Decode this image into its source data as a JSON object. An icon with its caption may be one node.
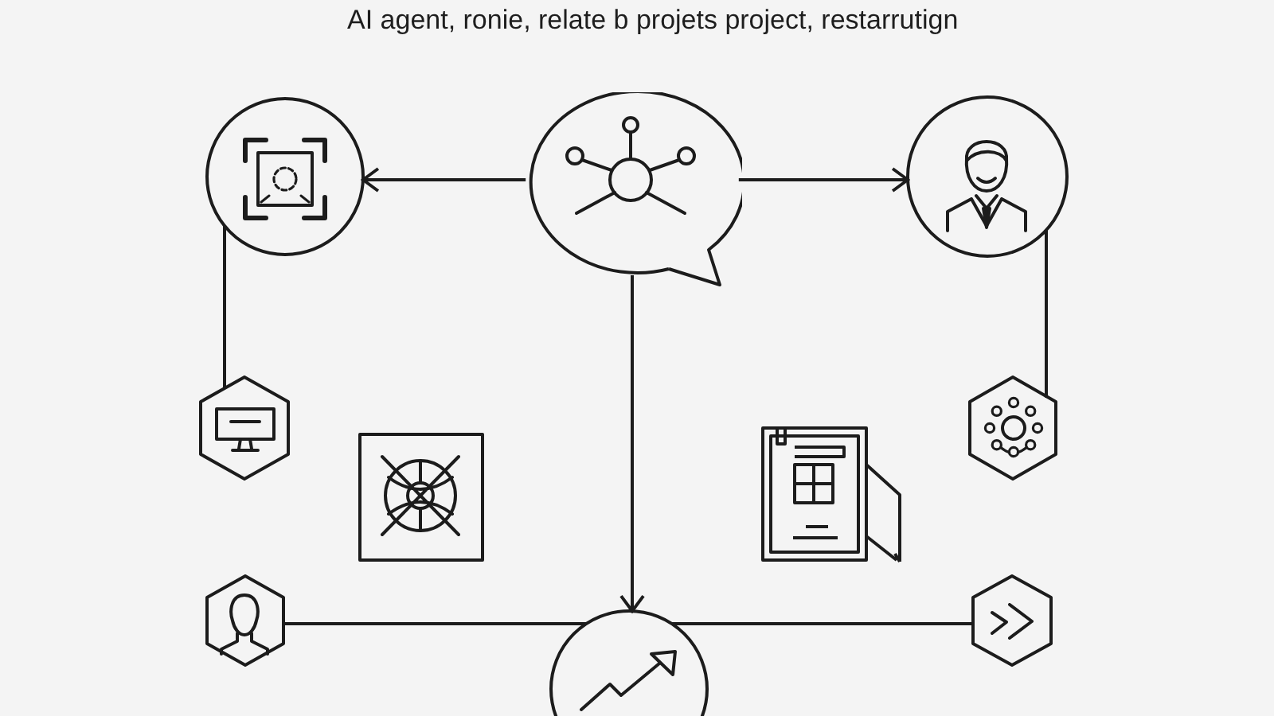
{
  "diagram": {
    "title": "AI agent, ronie, relate b projets project, restarrutign",
    "nodes": [
      {
        "text": [],
        "shape": "circle"
      },
      {
        "text": [],
        "shape": "bubble"
      },
      {
        "text": [],
        "shape": "circle"
      },
      {
        "text": [],
        "shape": "hexagon"
      },
      {
        "text": [],
        "shape": "box"
      },
      {
        "text": [],
        "shape": "document"
      },
      {
        "text": [],
        "shape": "hexagon"
      },
      {
        "text": [],
        "shape": "hexagon"
      },
      {
        "text": [],
        "shape": "circle"
      },
      {
        "text": [],
        "shape": "hexagon"
      }
    ],
    "edges": [
      {
        "from": 1,
        "to": 0,
        "arrow": "to"
      },
      {
        "from": 1,
        "to": 2,
        "arrow": "to"
      },
      {
        "from": 0,
        "to": 3,
        "arrow": "none"
      },
      {
        "from": 1,
        "to": 8,
        "arrow": "to"
      },
      {
        "from": 2,
        "to": 6,
        "arrow": "none"
      },
      {
        "from": 7,
        "to": 8,
        "arrow": "none"
      },
      {
        "from": 8,
        "to": 9,
        "arrow": "none"
      }
    ]
  }
}
